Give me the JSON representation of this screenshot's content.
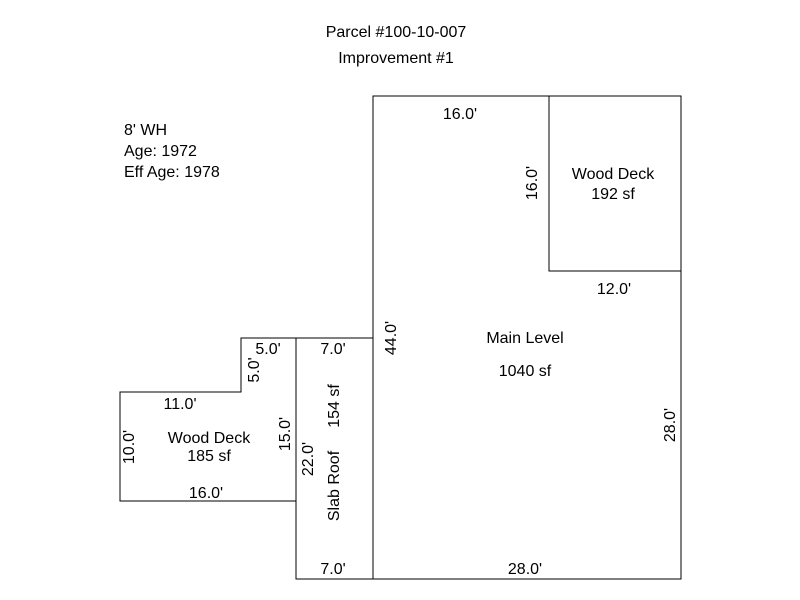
{
  "header": {
    "parcel": "Parcel #100-10-007",
    "improvement": "Improvement #1"
  },
  "info": {
    "wall_height": "8' WH",
    "age": "Age: 1972",
    "eff_age": "Eff Age: 1978"
  },
  "areas": {
    "main": {
      "name": "Main Level",
      "area": "1040 sf"
    },
    "deck_upper": {
      "name": "Wood Deck",
      "area": "192 sf"
    },
    "deck_lower": {
      "name": "Wood Deck",
      "area": "185 sf"
    },
    "slab": {
      "name": "Slab Roof",
      "area": "154 sf"
    }
  },
  "dimensions": {
    "main_top": "16.0'",
    "upper_deck_side": "16.0'",
    "upper_deck_bottom": "12.0'",
    "main_left": "44.0'",
    "main_right": "28.0'",
    "main_bottom": "28.0'",
    "slab_top": "7.0'",
    "slab_bottom": "7.0'",
    "slab_left": "22.0'",
    "step_top": "5.0'",
    "step_side": "5.0'",
    "deck_top": "11.0'",
    "deck_left": "10.0'",
    "deck_right": "15.0'",
    "deck_bottom": "16.0'"
  },
  "colors": {
    "line": "#000000",
    "background": "#ffffff"
  }
}
